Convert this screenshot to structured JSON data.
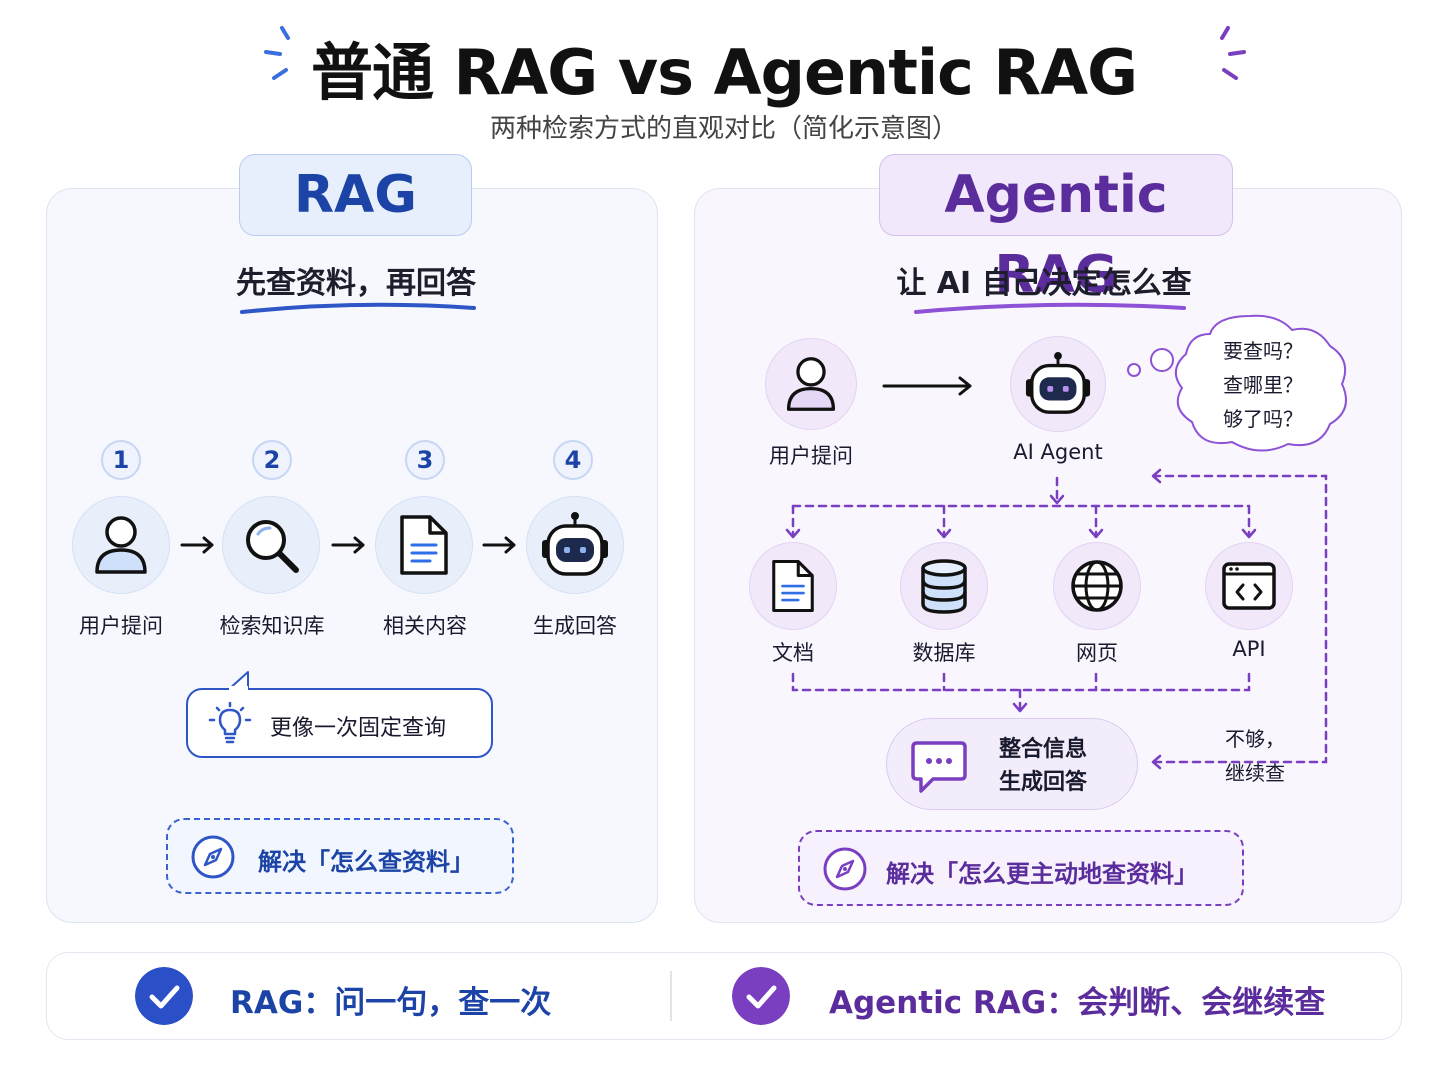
{
  "title": "普通 RAG vs Agentic RAG",
  "subtitle": "两种检索方式的直观对比（简化示意图）",
  "colors": {
    "blue": "#1b44a6",
    "purple": "#5b2d9c",
    "blue_accent": "#2f56c7",
    "purple_accent": "#7a3fc1"
  },
  "rag": {
    "tag": "RAG",
    "headline": "先查资料，再回答",
    "steps": [
      {
        "number": "1",
        "label": "用户提问",
        "icon": "user-icon"
      },
      {
        "number": "2",
        "label": "检索知识库",
        "icon": "search-icon"
      },
      {
        "number": "3",
        "label": "相关内容",
        "icon": "document-icon"
      },
      {
        "number": "4",
        "label": "生成回答",
        "icon": "robot-icon"
      }
    ],
    "note": "更像一次固定查询",
    "solves": "解决「怎么查资料」"
  },
  "agentic": {
    "tag": "Agentic RAG",
    "headline": "让 AI 自己决定怎么查",
    "user_label": "用户提问",
    "agent_label": "AI Agent",
    "thoughts": [
      "要查吗？",
      "查哪里？",
      "够了吗？"
    ],
    "sources": [
      {
        "label": "文档",
        "icon": "document-icon"
      },
      {
        "label": "数据库",
        "icon": "database-icon"
      },
      {
        "label": "网页",
        "icon": "globe-icon"
      },
      {
        "label": "API",
        "icon": "code-window-icon"
      }
    ],
    "answer": [
      "整合信息",
      "生成回答"
    ],
    "retry": [
      "不够，",
      "继续查"
    ],
    "solves": "解决「怎么更主动地查资料」"
  },
  "summary": {
    "rag": "RAG：问一句，查一次",
    "agentic": "Agentic RAG：会判断、会继续查"
  }
}
